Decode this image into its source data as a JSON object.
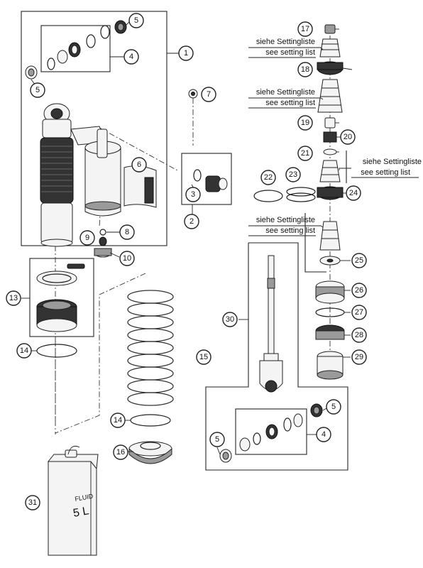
{
  "callouts": {
    "c1": "1",
    "c2": "2",
    "c3": "3",
    "c4": "4",
    "c5": "5",
    "c6": "6",
    "c7": "7",
    "c8": "8",
    "c9": "9",
    "c10": "10",
    "c13": "13",
    "c14": "14",
    "c15": "15",
    "c16": "16",
    "c17": "17",
    "c18": "18",
    "c19": "19",
    "c20": "20",
    "c21": "21",
    "c22": "22",
    "c23": "23",
    "c24": "24",
    "c25": "25",
    "c26": "26",
    "c27": "27",
    "c28": "28",
    "c29": "29",
    "c30": "30",
    "c31": "31"
  },
  "notes": {
    "de": "siehe Settingliste",
    "en": "see setting list"
  },
  "fluid_can": {
    "label": "FLUID",
    "volume": "5 L"
  }
}
